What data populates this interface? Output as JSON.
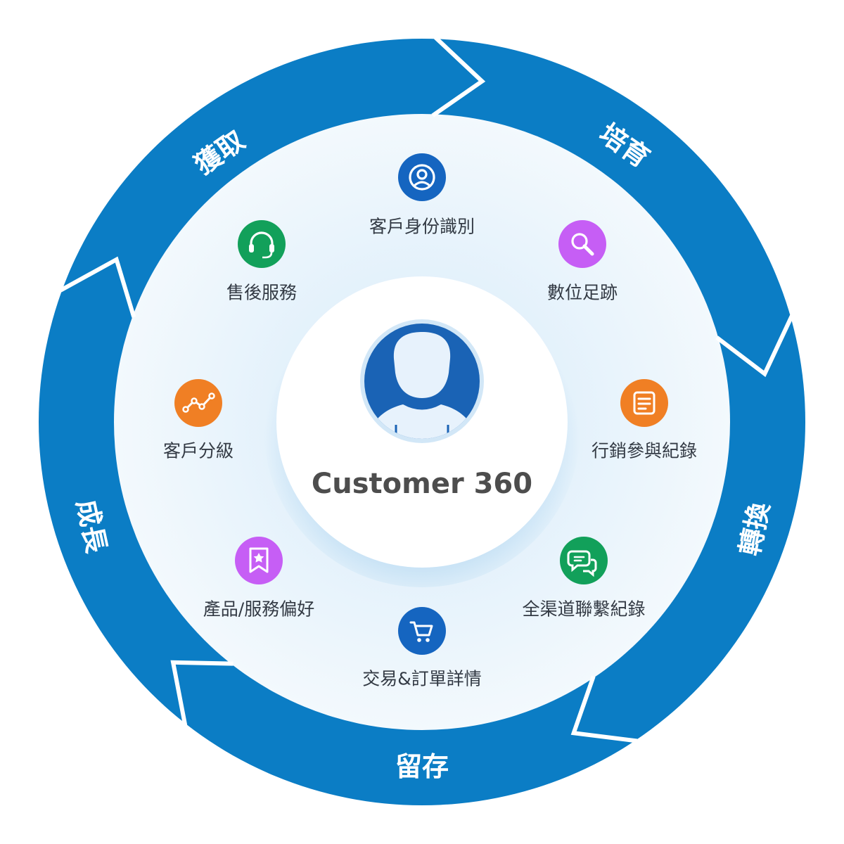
{
  "center": {
    "label": "Customer 360",
    "icon": "user-avatar-icon"
  },
  "stages": [
    {
      "id": "acquire",
      "label": "獲取"
    },
    {
      "id": "nurture",
      "label": "培育"
    },
    {
      "id": "convert",
      "label": "轉換"
    },
    {
      "id": "retain",
      "label": "留存"
    },
    {
      "id": "grow",
      "label": "成長"
    }
  ],
  "items": [
    {
      "id": "identity",
      "label": "客戶身份識別",
      "icon": "user-circle-icon",
      "color": "#1565c0"
    },
    {
      "id": "digital",
      "label": "數位足跡",
      "icon": "search-icon",
      "color": "#c65ef5"
    },
    {
      "id": "marketing",
      "label": "行銷參與紀錄",
      "icon": "document-icon",
      "color": "#f07f24"
    },
    {
      "id": "omnichannel",
      "label": "全渠道聯繫紀錄",
      "icon": "chat-bubbles-icon",
      "color": "#12a05a"
    },
    {
      "id": "orders",
      "label": "交易&訂單詳情",
      "icon": "shopping-cart-icon",
      "color": "#1565c0"
    },
    {
      "id": "preference",
      "label": "產品/服務偏好",
      "icon": "bookmark-star-icon",
      "color": "#c65ef5"
    },
    {
      "id": "tier",
      "label": "客戶分級",
      "icon": "trend-line-icon",
      "color": "#f07f24"
    },
    {
      "id": "service",
      "label": "售後服務",
      "icon": "headset-icon",
      "color": "#12a05a"
    }
  ],
  "colors": {
    "ring": "#0b7dc5",
    "ring_edge": "#ffffff",
    "inner_bg": "#e6f3fb",
    "avatar_bg": "#1a63b5"
  }
}
